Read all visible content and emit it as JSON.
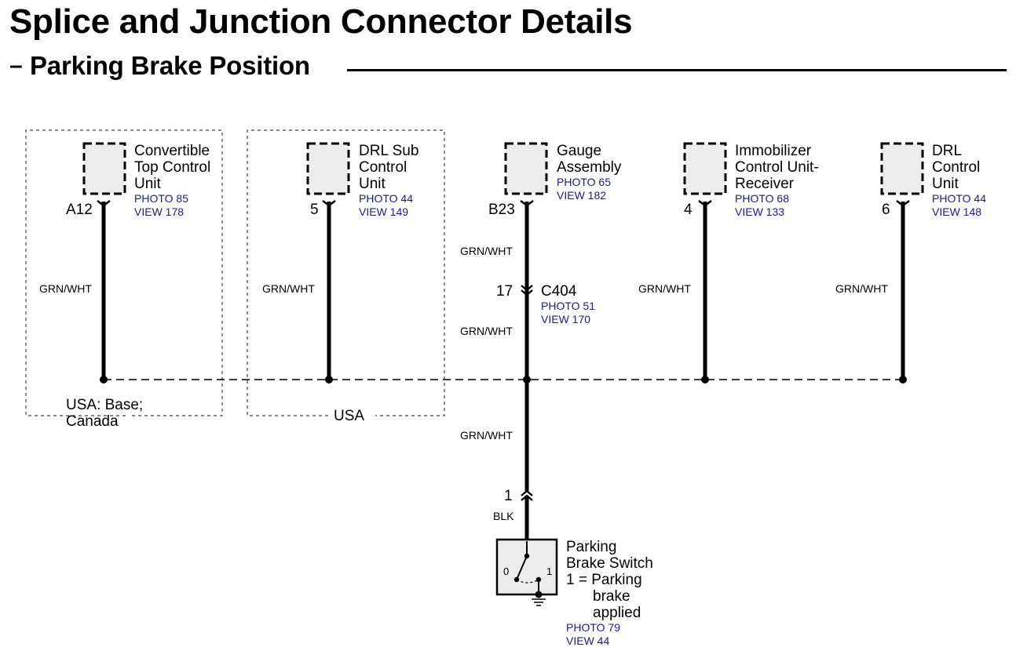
{
  "page_title": "Splice and Junction Connector Details",
  "section": {
    "dash": "–",
    "title": "Parking Brake Position"
  },
  "components": [
    {
      "id": "convertible",
      "name": [
        "Convertible",
        "Top Control",
        "Unit"
      ],
      "photo": "PHOTO 85",
      "view": "VIEW 178",
      "pin": "A12",
      "wire": "GRN/WHT"
    },
    {
      "id": "drl-sub",
      "name": [
        "DRL Sub",
        "Control",
        "Unit"
      ],
      "photo": "PHOTO 44",
      "view": "VIEW 149",
      "pin": "5",
      "wire": "GRN/WHT"
    },
    {
      "id": "gauge",
      "name": [
        "Gauge",
        "Assembly"
      ],
      "photo": "PHOTO 65",
      "view": "VIEW 182",
      "pin": "B23",
      "wire": "GRN/WHT"
    },
    {
      "id": "immobilizer",
      "name": [
        "Immobilizer",
        "Control Unit-",
        "Receiver"
      ],
      "photo": "PHOTO 68",
      "view": "VIEW 133",
      "pin": "4",
      "wire": "GRN/WHT"
    },
    {
      "id": "drl",
      "name": [
        "DRL",
        "Control",
        "Unit"
      ],
      "photo": "PHOTO 44",
      "view": "VIEW 148",
      "pin": "6",
      "wire": "GRN/WHT"
    }
  ],
  "connector_c404": {
    "pin": "17",
    "name": "C404",
    "photo": "PHOTO 51",
    "view": "VIEW 170",
    "wire_below": "GRN/WHT"
  },
  "trunk_wire": "GRN/WHT",
  "switch": {
    "pin": "1",
    "wire": "BLK",
    "name": [
      "Parking",
      "Brake Switch"
    ],
    "state_note": [
      "1 = Parking",
      "brake",
      "applied"
    ],
    "pos0": "0",
    "pos1": "1",
    "photo": "PHOTO 79",
    "view": "VIEW 44"
  },
  "regions": [
    {
      "id": "usa-base-canada",
      "label": [
        "USA: Base;",
        "Canada"
      ]
    },
    {
      "id": "usa",
      "label": [
        "USA"
      ]
    }
  ]
}
